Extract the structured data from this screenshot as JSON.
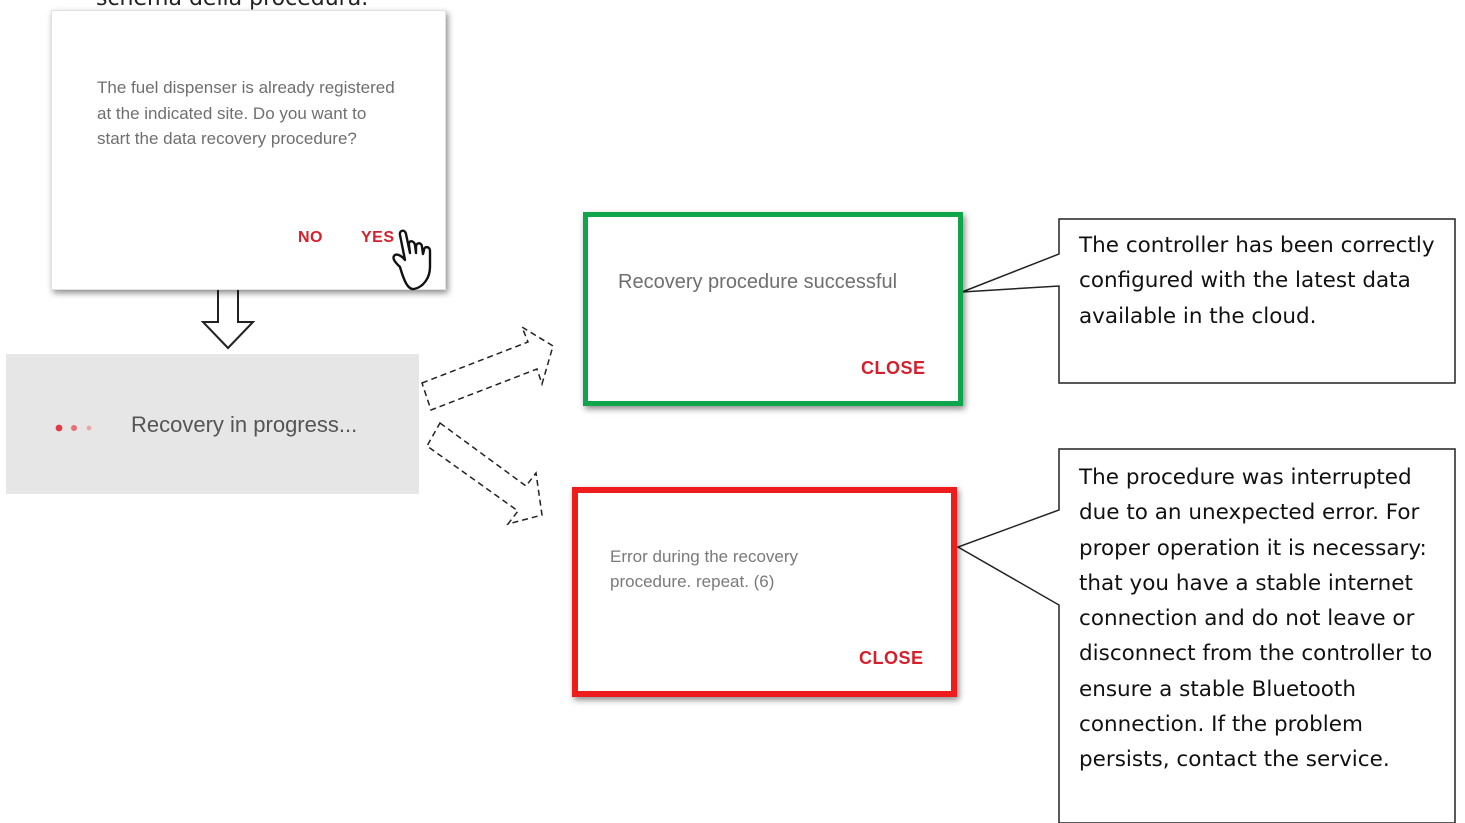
{
  "header": {
    "caption": "schema della procedura."
  },
  "confirm_dialog": {
    "message": "The fuel dispenser is already registered at the indicated site. Do you want to start the data recovery procedure?",
    "no_label": "NO",
    "yes_label": "YES"
  },
  "progress": {
    "label": "Recovery in progress..."
  },
  "success_dialog": {
    "message": "Recovery procedure successful",
    "close_label": "CLOSE"
  },
  "error_dialog": {
    "message": "Error during the recovery procedure. repeat. (6)",
    "close_label": "CLOSE"
  },
  "callouts": {
    "success": "The controller has been correctly configured with the latest data available in the cloud.",
    "error": "The procedure was interrupted due to an unexpected error. For proper operation it is necessary: that you have a stable internet connection and do not leave or disconnect from the controller to ensure a stable Bluetooth connection. If the problem persists, contact the service."
  },
  "colors": {
    "accent_red": "#d61f2c",
    "success_border": "#0ea54b",
    "error_border": "#ee1c1c"
  },
  "icons": [
    "pointing-hand-icon",
    "loading-dots-icon",
    "down-arrow-icon",
    "dashed-arrow-icon"
  ]
}
